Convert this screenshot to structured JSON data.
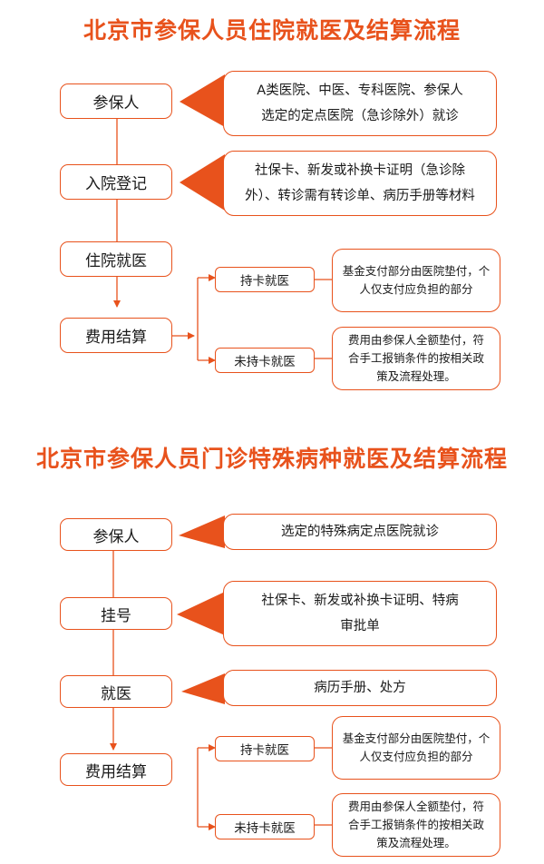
{
  "inpatient": {
    "title": "北京市参保人员住院就医及结算流程",
    "steps": [
      "参保人",
      "入院登记",
      "住院就医",
      "费用结算"
    ],
    "notes": [
      "A类医院、中医、专科医院、参保人\n选定的定点医院（急诊除外）就诊",
      "社保卡、新发或补换卡证明（急诊除\n外）、转诊需有转诊单、病历手册等材料"
    ],
    "branches": [
      {
        "label": "持卡就医",
        "desc": "基金支付部分由医院垫付，个\n人仅支付应负担的部分"
      },
      {
        "label": "未持卡就医",
        "desc": "费用由参保人全额垫付，符\n合手工报销条件的按相关政\n策及流程处理。"
      }
    ]
  },
  "outpatient": {
    "title": "北京市参保人员门诊特殊病种就医及结算流程",
    "steps": [
      "参保人",
      "挂号",
      "就医",
      "费用结算"
    ],
    "notes": [
      "选定的特殊病定点医院就诊",
      "社保卡、新发或补换卡证明、特病\n审批单",
      "病历手册、处方"
    ],
    "branches": [
      {
        "label": "持卡就医",
        "desc": "基金支付部分由医院垫付，个\n人仅支付应负担的部分"
      },
      {
        "label": "未持卡就医",
        "desc": "费用由参保人全额垫付，符\n合手工报销条件的按相关政\n策及流程处理。"
      }
    ]
  },
  "colors": {
    "accent": "#e8521c",
    "text": "#1a1a1a"
  }
}
